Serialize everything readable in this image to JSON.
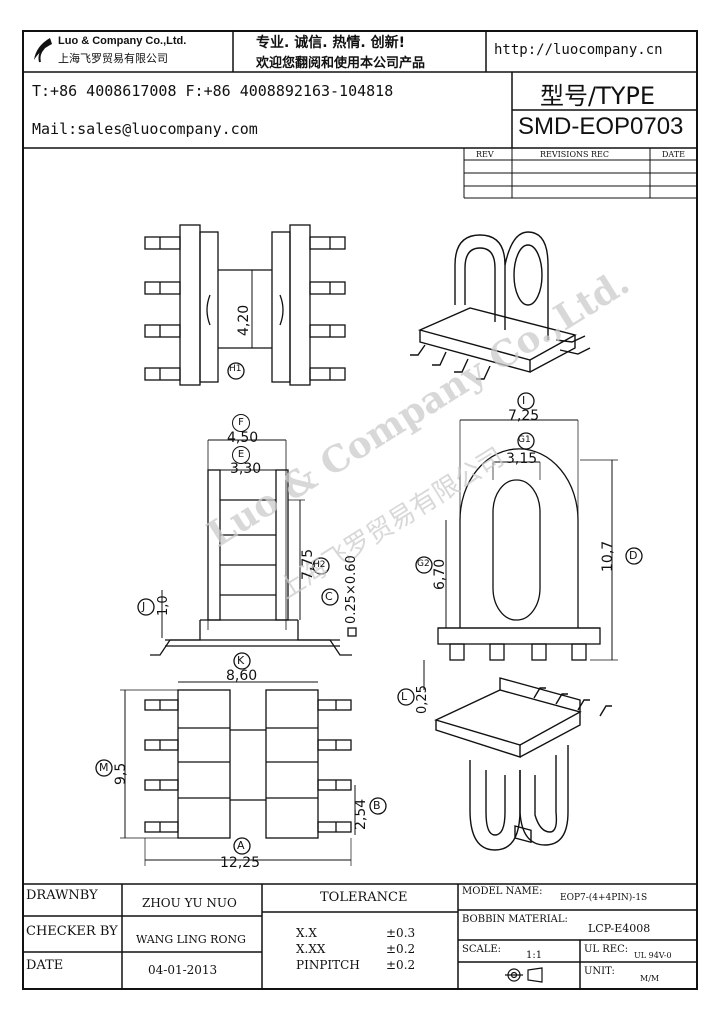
{
  "header": {
    "company_en": "Luo & Company Co.,Ltd.",
    "company_cn": "上海飞罗贸易有限公司",
    "slogan_line1": "专业. 诚信. 热情. 创新!",
    "slogan_line2": "欢迎您翻阅和使用本公司产品",
    "url": "http://luocompany.cn",
    "phone_fax": "T:+86 4008617008 F:+86 4008892163-104818",
    "email": "Mail:sales@luocompany.com",
    "type_label": "型号/TYPE",
    "model": "SMD-EOP0703"
  },
  "revisions": {
    "rev": "REV",
    "rec": "REVISIONS REC",
    "date": "DATE"
  },
  "watermark": {
    "en": "Luo & Company Co.,Ltd.",
    "cn": "上海飞罗贸易有限公司"
  },
  "dimensions": {
    "h1_tag": "H1",
    "h1": "4,20",
    "f_tag": "F",
    "f": "4,50",
    "e_tag": "E",
    "e": "3,30",
    "h2_tag": "H2",
    "h2": "7,75",
    "c_tag": "C",
    "c": "0.25×0.60",
    "j_tag": "J",
    "j": "1,0",
    "k_tag": "K",
    "k": "8,60",
    "i_tag": "I",
    "i": "7,25",
    "g1_tag": "G1",
    "g1": "3,15",
    "g2_tag": "G2",
    "g2": "6,70",
    "d_tag": "D",
    "d": "10,7",
    "l_tag": "L",
    "l": "0,25",
    "m_tag": "M",
    "m": "9,5",
    "b_tag": "B",
    "b": "2,54",
    "a_tag": "A",
    "a": "12,25"
  },
  "footer": {
    "drawnby_label": "DRAWNBY",
    "drawnby": "ZHOU YU NUO",
    "checker_label": "CHECKER BY",
    "checker": "WANG LING RONG",
    "date_label": "DATE",
    "date": "04-01-2013",
    "tolerance_label": "TOLERANCE",
    "tol1_k": "X.X",
    "tol1_v": "±0.3",
    "tol2_k": "X.XX",
    "tol2_v": "±0.2",
    "tol3_k": "PINPITCH",
    "tol3_v": "±0.2",
    "model_name_label": "MODEL NAME:",
    "model_name": "EOP7-(4+4PIN)-1S",
    "bobbin_label": "BOBBIN MATERIAL:",
    "bobbin": "LCP-E4008",
    "scale_label": "SCALE:",
    "scale": "1:1",
    "ulrec_label": "UL REC:",
    "ulrec": "UL 94V-0",
    "unit_label": "UNIT:",
    "unit": "M/M"
  }
}
